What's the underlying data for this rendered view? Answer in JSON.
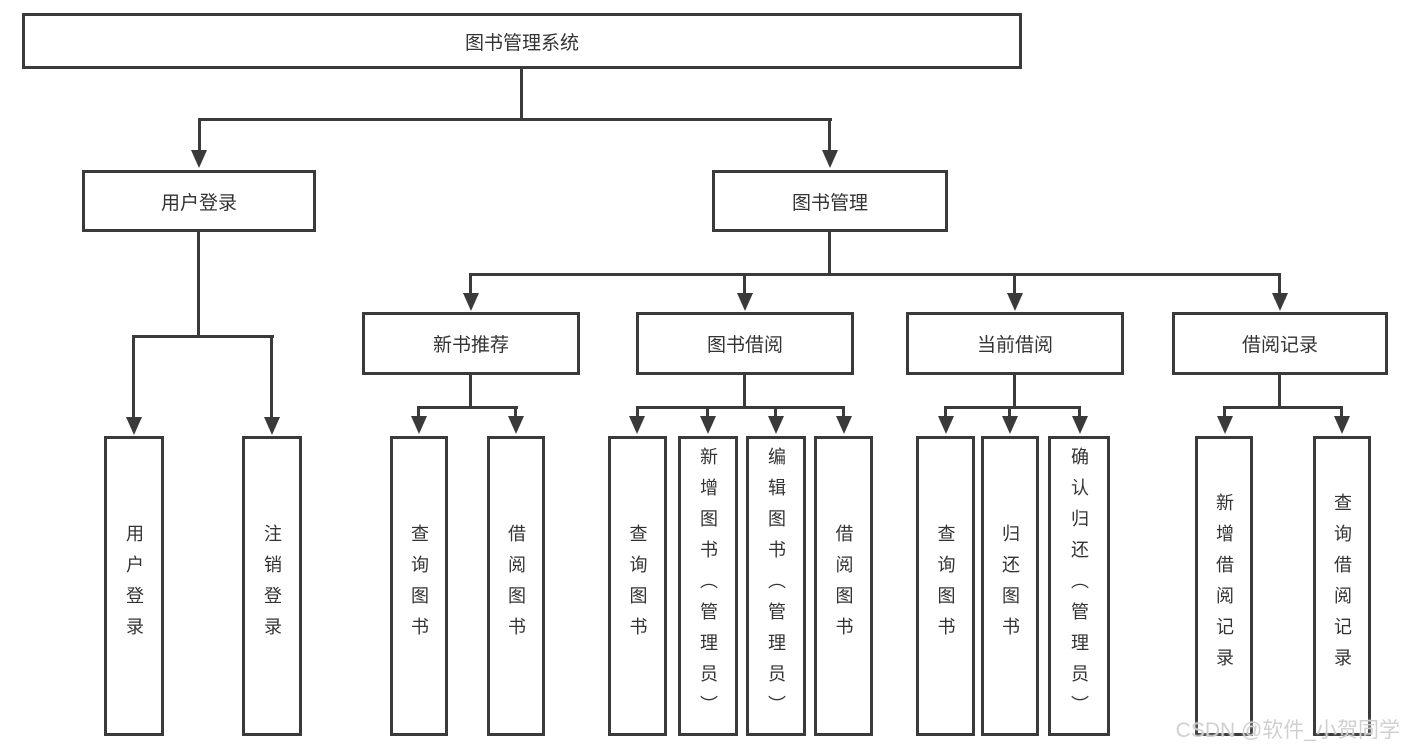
{
  "diagram": {
    "title_node": {
      "label": "图书管理系统"
    },
    "login": {
      "label": "用户登录",
      "children": [
        {
          "label": "用户登录"
        },
        {
          "label": "注销登录"
        }
      ]
    },
    "management": {
      "label": "图书管理",
      "sections": [
        {
          "label": "新书推荐",
          "children": [
            {
              "label": "查询图书"
            },
            {
              "label": "借阅图书"
            }
          ]
        },
        {
          "label": "图书借阅",
          "children": [
            {
              "label": "查询图书"
            },
            {
              "label": "新增图书（管理员）"
            },
            {
              "label": "编辑图书（管理员）"
            },
            {
              "label": "借阅图书"
            }
          ]
        },
        {
          "label": "当前借阅",
          "children": [
            {
              "label": "查询图书"
            },
            {
              "label": "归还图书"
            },
            {
              "label": "确认归还（管理员）"
            }
          ]
        },
        {
          "label": "借阅记录",
          "children": [
            {
              "label": "新增借阅记录"
            },
            {
              "label": "查询借阅记录"
            }
          ]
        }
      ]
    }
  },
  "watermark": {
    "text": "CSDN @软件_小贺同学"
  },
  "colors": {
    "border": "#3a3a3a",
    "text": "#333333",
    "background": "#ffffff",
    "watermark": "#cdcdcd"
  }
}
